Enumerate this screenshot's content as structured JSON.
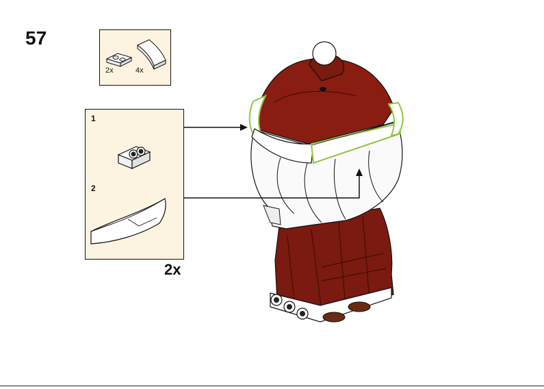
{
  "step": {
    "number": "57"
  },
  "parts_list": [
    {
      "qty": "2x",
      "icon": "plate-1x2-icon"
    },
    {
      "qty": "4x",
      "icon": "curved-slope-icon"
    }
  ],
  "submodel": {
    "steps": [
      {
        "number": "1",
        "icon": "plate-1x2-icon"
      },
      {
        "number": "2",
        "icon": "curved-slope-icon"
      }
    ],
    "multiplier": "2x"
  },
  "colors": {
    "dark_red": "#7a1a10",
    "highlight_green": "#8cc63f",
    "panel_bg": "#fdf3e1"
  }
}
